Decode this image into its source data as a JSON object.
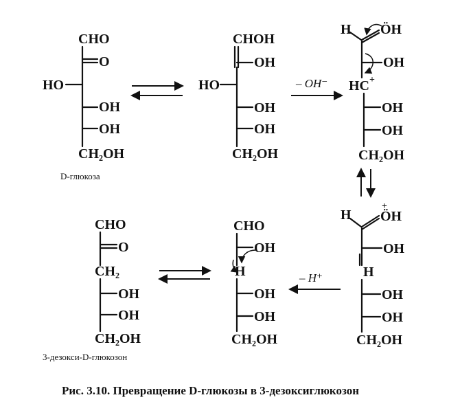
{
  "structures": {
    "glucose": {
      "c1": "CHO",
      "c2_sub": "O",
      "c3_sub": "HO",
      "c4_sub": "OH",
      "c5_sub": "OH",
      "c6": "CH₂OH",
      "name": "D-глюкоза"
    },
    "enediol": {
      "c1": "CHOH",
      "c2_sub": "OH",
      "c3_sub": "HO",
      "c4_sub": "OH",
      "c5_sub": "OH",
      "c6": "CH₂OH"
    },
    "cation": {
      "h": "H",
      "o_top": "ÖH",
      "c2_sub": "OH",
      "hc": "HC",
      "plus": "+",
      "c4_sub": "OH",
      "c5_sub": "OH",
      "c6": "CH₂OH"
    },
    "oxonium": {
      "h": "H",
      "o_top": "ÖH",
      "plus": "+",
      "c2_sub": "OH",
      "c3": "H",
      "c4_sub": "OH",
      "c5_sub": "OH",
      "c6": "CH₂OH"
    },
    "enol": {
      "c1": "CHO",
      "c2_sub": "OH",
      "c3": "H",
      "c4_sub": "OH",
      "c5_sub": "OH",
      "c6": "CH₂OH"
    },
    "deoxyglucosone": {
      "c1": "CHO",
      "c2_sub": "O",
      "c3": "CH₂",
      "c4_sub": "OH",
      "c5_sub": "OH",
      "c6": "CH₂OH",
      "name": "3-дезокси-D-глюкозон"
    }
  },
  "arrows": {
    "minus_oh": "– OH⁻",
    "minus_h": "– H⁺"
  },
  "caption": "Рис. 3.10. Превращение D-глюкозы в 3-дезоксиглюкозон"
}
